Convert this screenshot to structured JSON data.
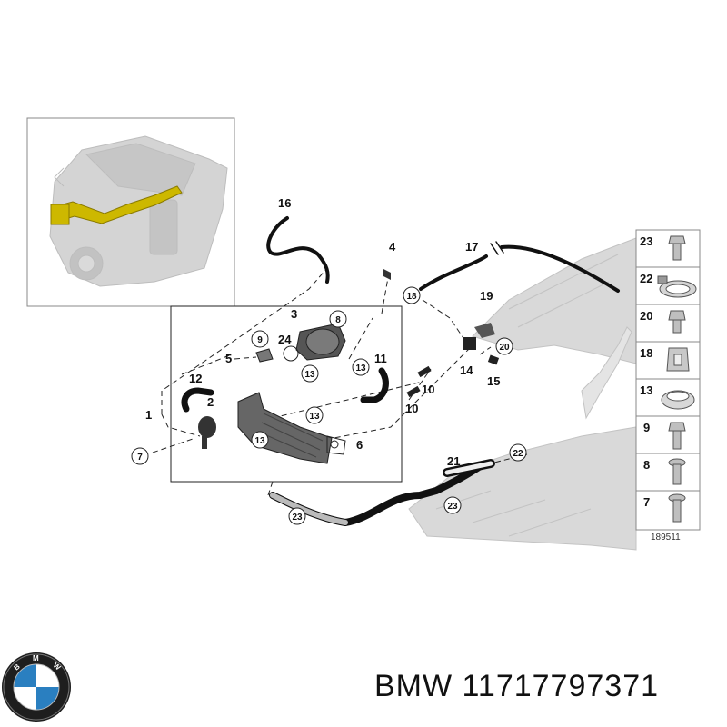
{
  "diagram": {
    "callouts": {
      "c16": "16",
      "c4": "4",
      "c17": "17",
      "c19": "19",
      "c3": "3",
      "c8": "8",
      "c9": "9",
      "c24": "24",
      "c5": "5",
      "c11": "11",
      "c12": "12",
      "c2": "2",
      "c1": "1",
      "c10a": "10",
      "c10b": "10",
      "c6": "6",
      "c14": "14",
      "c15": "15",
      "c21": "21"
    },
    "circled": {
      "k18": "18",
      "k20": "20",
      "k13a": "13",
      "k13b": "13",
      "k13c": "13",
      "k13d": "13",
      "k7": "7",
      "k22": "22",
      "k23a": "23",
      "k23b": "23"
    },
    "legend": {
      "items": [
        "23",
        "22",
        "20",
        "18",
        "13",
        "9",
        "8",
        "7"
      ]
    },
    "reference_number": "189511"
  },
  "footer": {
    "brand_number": "BMW 11717797371"
  },
  "colors": {
    "line": "#222222",
    "engine_gray": "#c8c8c8",
    "highlight": "#c9b400",
    "bmw_blue": "#2a7fc0"
  }
}
